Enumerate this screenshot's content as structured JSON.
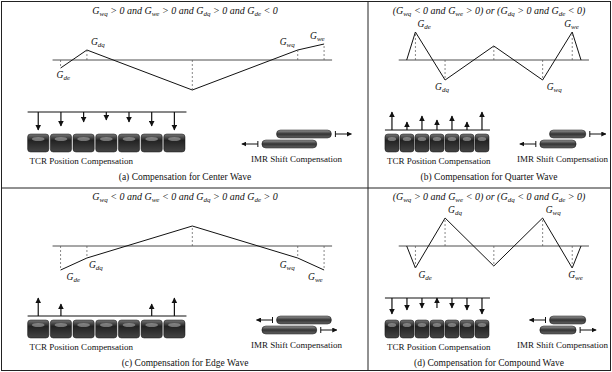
{
  "diagram": {
    "labels": [
      "Gwq > 0 and Gwe > 0 and Gdq > 0 and Gde < 0",
      "Gde",
      "Gdq",
      "Gwq",
      "Gwe",
      "TCR Position Compensation",
      "IMR Shift Compensation",
      "(a) Compensation for Center Wave",
      "(Gwq < 0 and Gwe > 0) or (Gdq > 0 and Gde < 0)",
      "Gde",
      "Gdq",
      "Gwq",
      "Gwe",
      "TCR Position Compensation",
      "IMR Shift Compensation",
      "(b) Compensation for Quarter Wave",
      "Gwq < 0 and Gwe < 0 and Gdq > 0 and Gde > 0",
      "Gde",
      "Gdq",
      "Gwq",
      "Gwe",
      "TCR Position Compensation",
      "IMR Shift Compensation",
      "(c) Compensation for Edge Wave",
      "(Gwq > 0 and Gwe < 0) or (Gdq < 0 and Gde > 0)",
      "Gde",
      "Gdq",
      "Gwq",
      "Gwe",
      "TCR Position Compensation",
      "IMR Shift Compensation",
      "(d) Compensation for Compound Wave"
    ]
  }
}
